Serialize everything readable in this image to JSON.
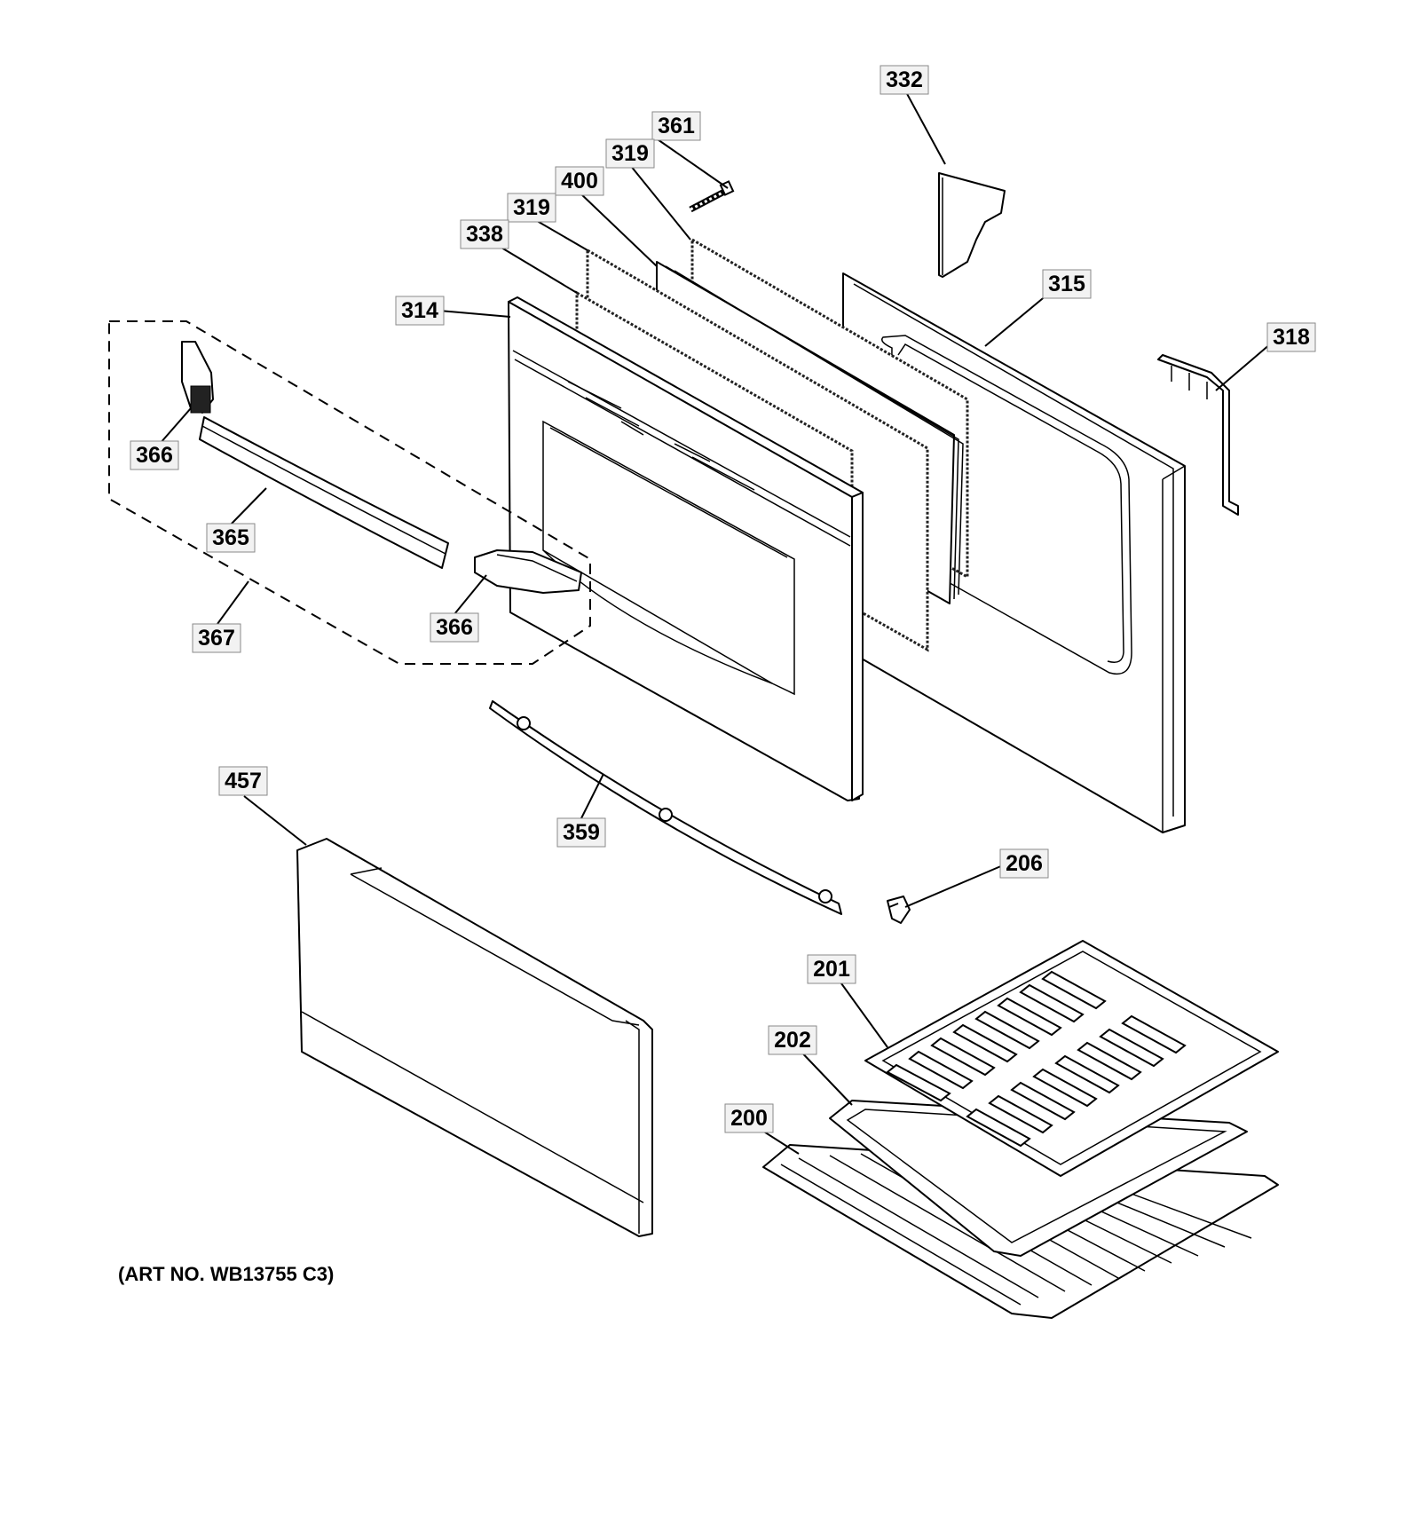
{
  "callouts": [
    {
      "id": "332",
      "label": "332"
    },
    {
      "id": "361",
      "label": "361"
    },
    {
      "id": "319a",
      "label": "319"
    },
    {
      "id": "400",
      "label": "400"
    },
    {
      "id": "319b",
      "label": "319"
    },
    {
      "id": "338",
      "label": "338"
    },
    {
      "id": "314",
      "label": "314"
    },
    {
      "id": "315",
      "label": "315"
    },
    {
      "id": "318",
      "label": "318"
    },
    {
      "id": "366a",
      "label": "366"
    },
    {
      "id": "365",
      "label": "365"
    },
    {
      "id": "367",
      "label": "367"
    },
    {
      "id": "366b",
      "label": "366"
    },
    {
      "id": "457",
      "label": "457"
    },
    {
      "id": "359",
      "label": "359"
    },
    {
      "id": "206",
      "label": "206"
    },
    {
      "id": "201",
      "label": "201"
    },
    {
      "id": "202",
      "label": "202"
    },
    {
      "id": "200",
      "label": "200"
    }
  ],
  "art_number": "(ART NO. WB13755 C3)"
}
